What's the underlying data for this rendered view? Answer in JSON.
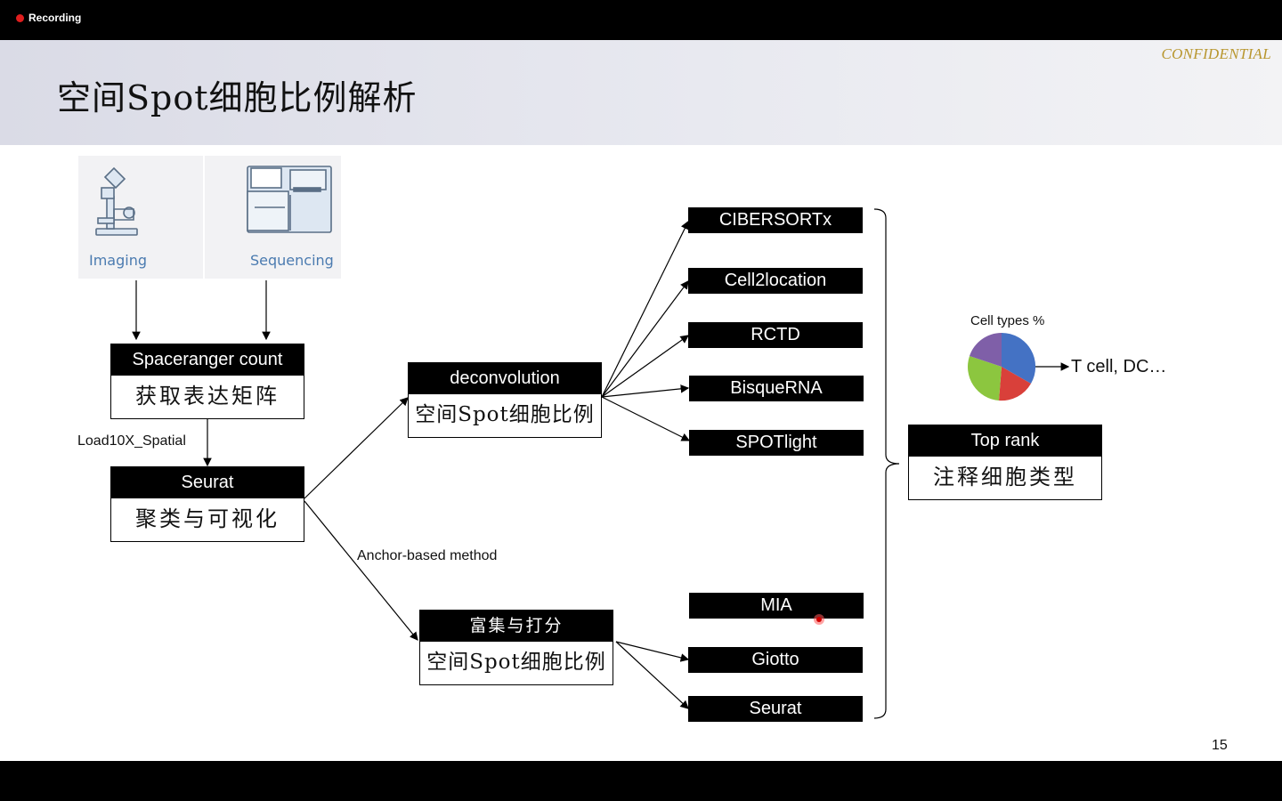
{
  "recording": {
    "label": "Recording"
  },
  "slide": {
    "confidential": "CONFIDENTIAL",
    "title": "空间Spot细胞比例解析",
    "page_number": "15"
  },
  "inputs": {
    "imaging": "Imaging",
    "sequencing": "Sequencing"
  },
  "flow": {
    "spaceranger": {
      "header": "Spaceranger count",
      "body": "获取表达矩阵"
    },
    "load_label": "Load10X_Spatial",
    "seurat": {
      "header": "Seurat",
      "body": "聚类与可视化"
    },
    "deconvolution": {
      "header": "deconvolution",
      "body": "空间Spot细胞比例"
    },
    "anchor_label": "Anchor-based method",
    "enrichment": {
      "header": "富集与打分",
      "body": "空间Spot细胞比例"
    }
  },
  "methods_deconv": [
    "CIBERSORTx",
    "Cell2location",
    "RCTD",
    "BisqueRNA",
    "SPOTlight"
  ],
  "methods_anchor": [
    "MIA",
    "Giotto",
    "Seurat"
  ],
  "result": {
    "header": "Top rank",
    "body": "注释细胞类型",
    "pie_title": "Cell types %",
    "pie_label": "T cell, DC…",
    "colors": {
      "blue": "#4472c4",
      "red": "#d9403a",
      "green": "#8cc63f",
      "purple": "#7f5fa8"
    }
  }
}
